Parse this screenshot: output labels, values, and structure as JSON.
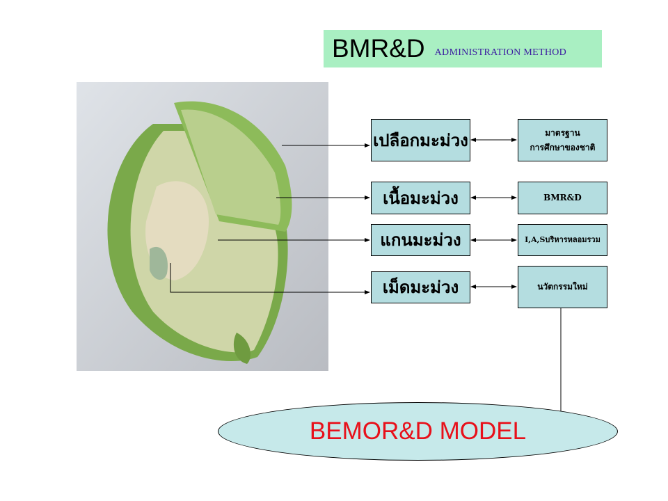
{
  "title": {
    "main": "BMR&D",
    "subtitle": "ADMINISTRATION METHOD"
  },
  "parts": [
    {
      "label": "เปลือกมะม่วง",
      "target_lines": [
        "มาตรฐาน",
        "การศึกษาของชาติ"
      ]
    },
    {
      "label": "เนื้อมะม่วง",
      "target_lines": [
        "BMR&D"
      ]
    },
    {
      "label": "แกนมะม่วง",
      "target_lines": [
        "I,A,Sบริหารหลอมรวม"
      ]
    },
    {
      "label": "เม็ดมะม่วง",
      "target_lines": [
        "นวัตกรรมใหม่"
      ]
    }
  ],
  "model": {
    "label": "BEMOR&D MODEL"
  },
  "colors": {
    "title_bg": "#a9efc2",
    "box_bg": "#b4dde0",
    "model_bg": "#c6e9ea",
    "model_text": "#e8101a"
  }
}
